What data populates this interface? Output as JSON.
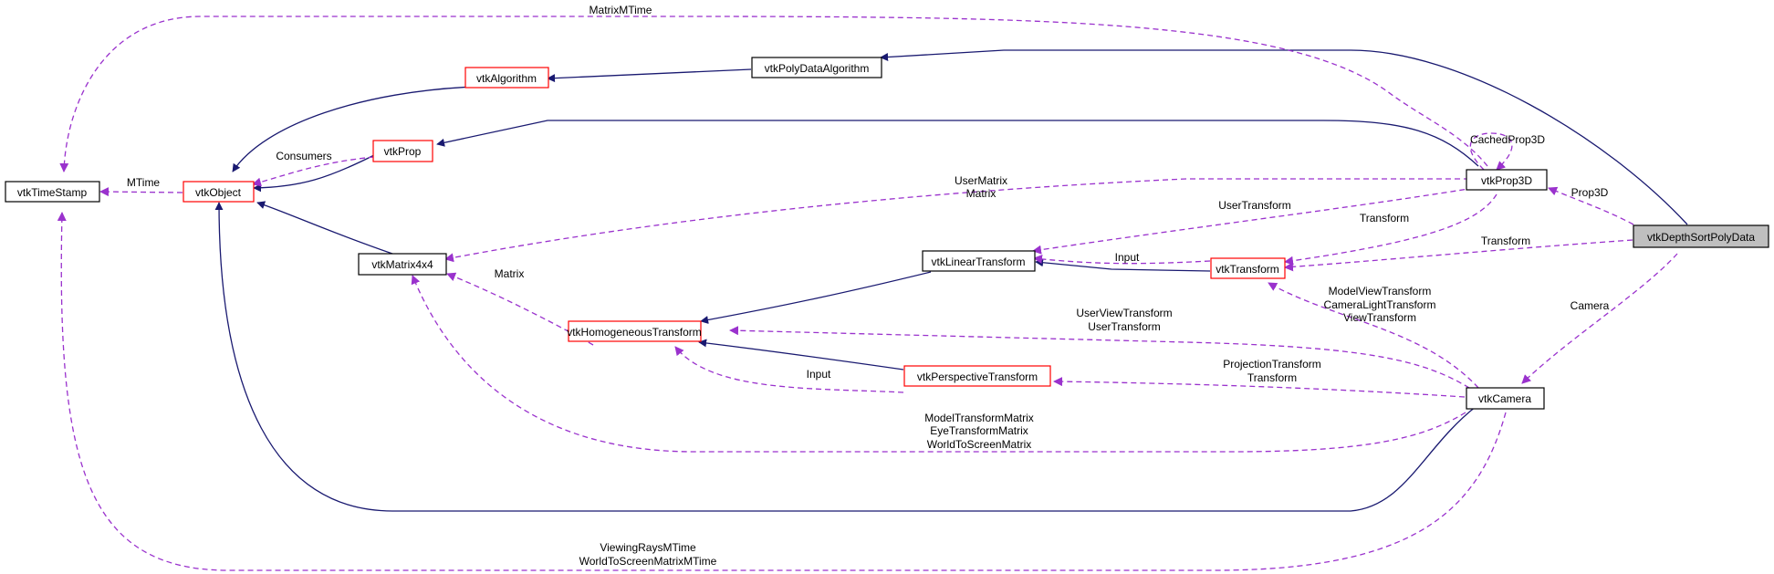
{
  "colors": {
    "inherit_edge": "#191970",
    "usage_edge": "#9a32cd",
    "focus_fill": "#bfbfbf",
    "incomplete_border": "#ff0000",
    "normal_border": "#000000"
  },
  "nodes": {
    "timestamp": {
      "label": "vtkTimeStamp"
    },
    "object": {
      "label": "vtkObject"
    },
    "algorithm": {
      "label": "vtkAlgorithm"
    },
    "polydataalgorithm": {
      "label": "vtkPolyDataAlgorithm"
    },
    "prop": {
      "label": "vtkProp"
    },
    "matrix4x4": {
      "label": "vtkMatrix4x4"
    },
    "lineartransform": {
      "label": "vtkLinearTransform"
    },
    "homogeneoustransform": {
      "label": "vtkHomogeneousTransform"
    },
    "perspectivetransform": {
      "label": "vtkPerspectiveTransform"
    },
    "transform": {
      "label": "vtkTransform"
    },
    "prop3d": {
      "label": "vtkProp3D"
    },
    "camera": {
      "label": "vtkCamera"
    },
    "depthsort": {
      "label": "vtkDepthSortPolyData"
    }
  },
  "edge_labels": {
    "matrix_mtime": "MatrixMTime",
    "mtime": "MTime",
    "consumers": "Consumers",
    "cached_prop3d": "CachedProp3D",
    "user_matrix_1": "UserMatrix",
    "user_matrix_2": "Matrix",
    "user_transform": "UserTransform",
    "transform_prop3d": "Transform",
    "transform_depthsort": "Transform",
    "prop3d": "Prop3D",
    "input_linear": "Input",
    "matrix_homog": "Matrix",
    "camera": "Camera",
    "cam_transform_1": "ModelViewTransform",
    "cam_transform_2": "CameraLightTransform",
    "cam_transform_3": "ViewTransform",
    "cam_homog_1": "UserViewTransform",
    "cam_homog_2": "UserTransform",
    "input_persp": "Input",
    "cam_persp_1": "ProjectionTransform",
    "cam_persp_2": "Transform",
    "cam_matrix_1": "ModelTransformMatrix",
    "cam_matrix_2": "EyeTransformMatrix",
    "cam_matrix_3": "WorldToScreenMatrix",
    "cam_ts_1": "ViewingRaysMTime",
    "cam_ts_2": "WorldToScreenMatrixMTime"
  }
}
